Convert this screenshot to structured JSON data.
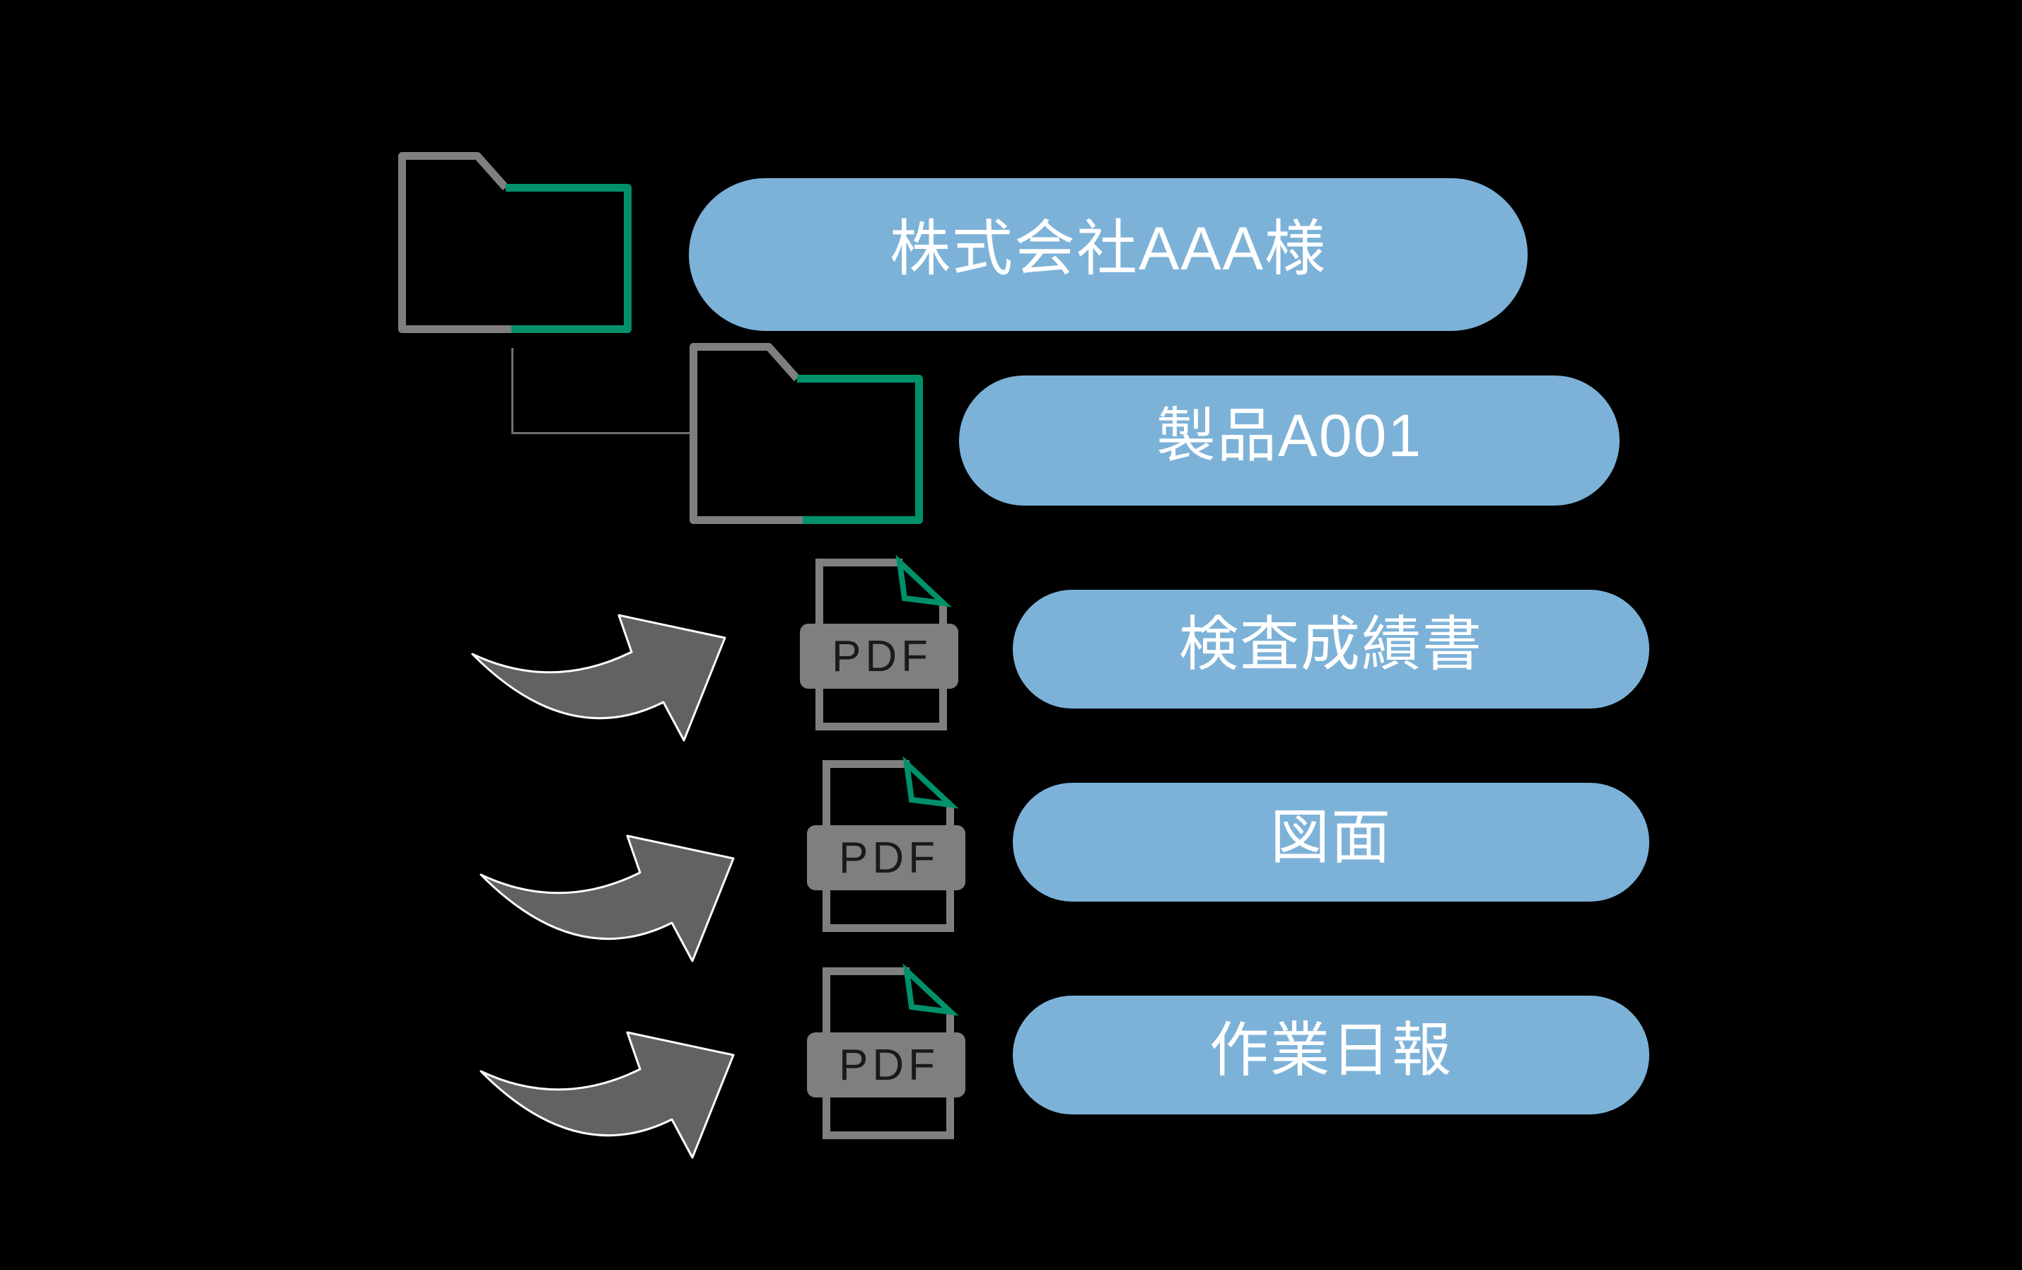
{
  "colors": {
    "background": "#000000",
    "pill_blue": "#7DB2D8",
    "text_white": "#FFFFFF",
    "folder_gray": "#7F7F7F",
    "accent_green": "#00916B",
    "arrow_gray": "#626262",
    "connector_gray": "#6E6E6E",
    "pdf_letter_dark": "#1A1A1A"
  },
  "diagram": {
    "company_folder_label": "株式会社AAA様",
    "product_folder_label": "製品A001",
    "files": [
      {
        "label": "検査成績書",
        "file_type": "PDF"
      },
      {
        "label": "図面",
        "file_type": "PDF"
      },
      {
        "label": "作業日報",
        "file_type": "PDF"
      }
    ]
  }
}
